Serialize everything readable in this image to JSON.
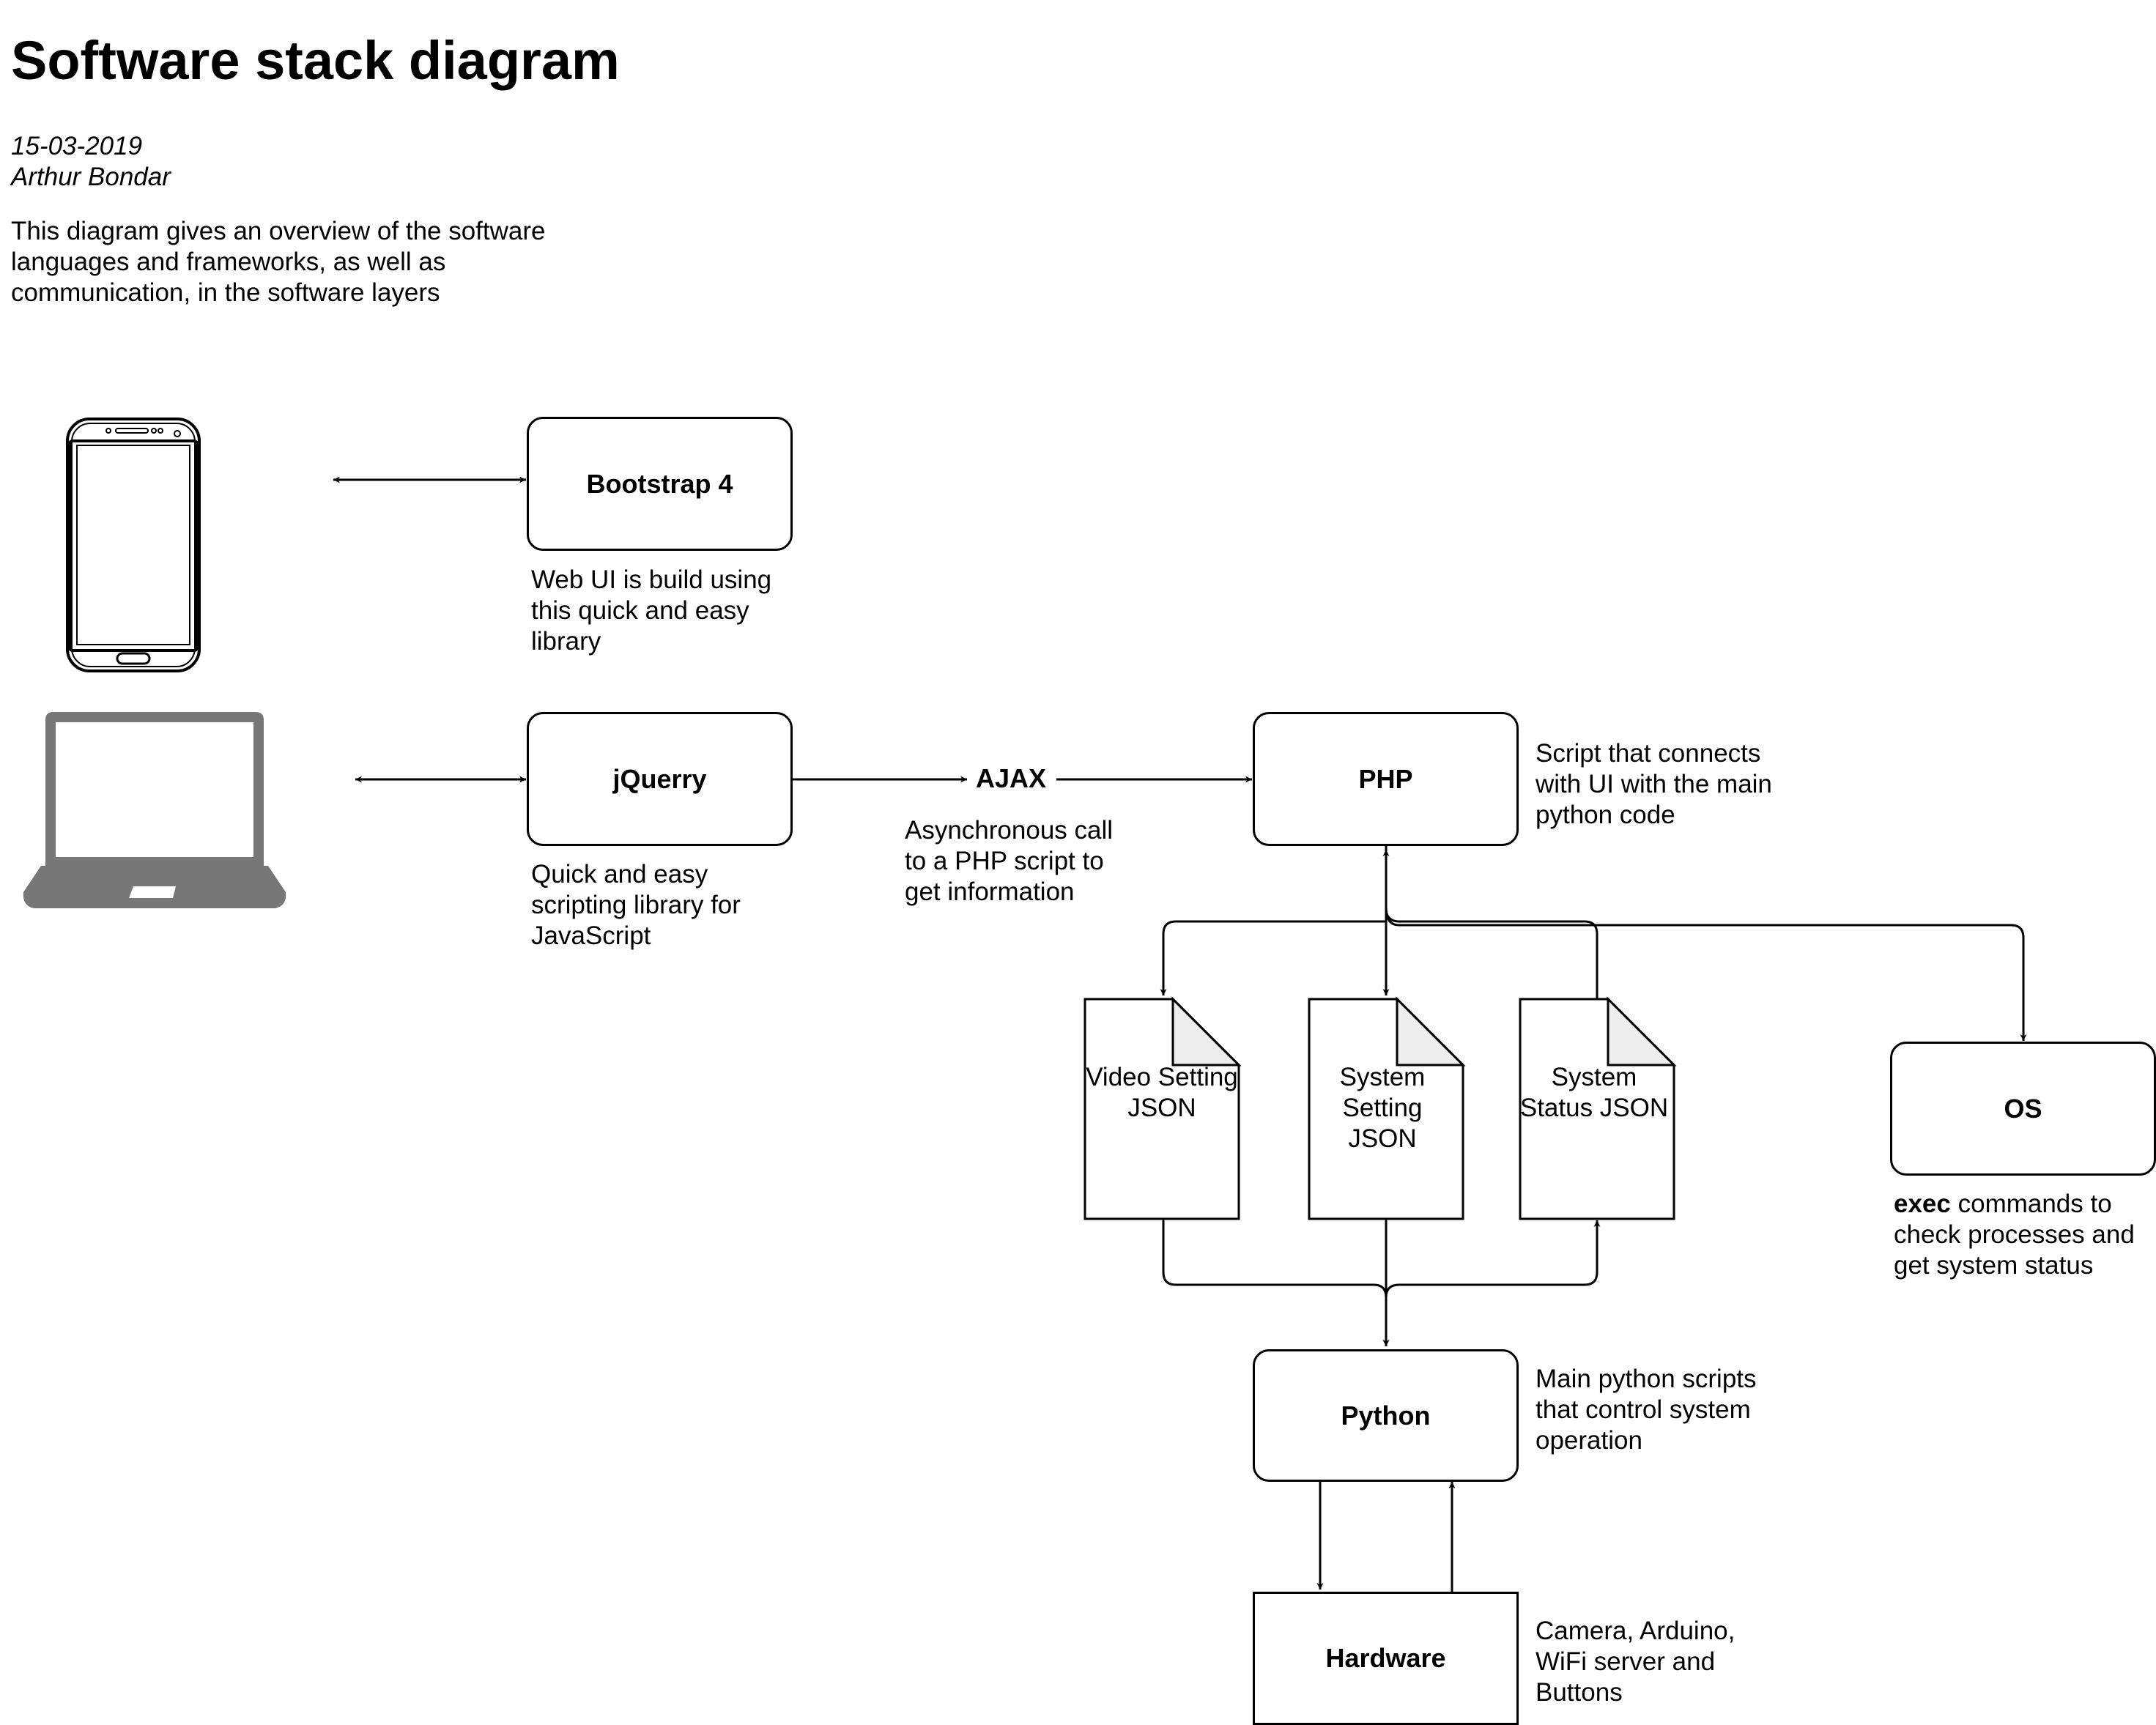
{
  "header": {
    "title": "Software stack diagram",
    "date": "15-03-2019",
    "author": "Arthur Bondar",
    "description": "This diagram gives an overview of the software languages and frameworks, as well as communication, in the software layers"
  },
  "devices": {
    "phone": "smartphone-icon",
    "laptop": "laptop-icon"
  },
  "nodes": {
    "bootstrap": {
      "label": "Bootstrap 4",
      "note": "Web UI is build using this quick and easy library"
    },
    "jquery": {
      "label": "jQuerry",
      "note": "Quick and easy scripting library for JavaScript"
    },
    "ajax": {
      "label": "AJAX",
      "note": "Asynchronous call to a PHP script to get information"
    },
    "php": {
      "label": "PHP",
      "note": "Script that connects with UI with the main python code"
    },
    "video_json": {
      "label": "Video Setting JSON"
    },
    "system_setting_json": {
      "label": "System Setting JSON"
    },
    "system_status_json": {
      "label": "System Status JSON"
    },
    "os": {
      "label": "OS",
      "note_bold": "exec",
      "note_rest": " commands to check processes and get system status"
    },
    "python": {
      "label": "Python",
      "note": "Main python scripts that control system operation"
    },
    "hardware": {
      "label": "Hardware",
      "note": "Camera, Arduino, WiFi server and Buttons"
    }
  }
}
